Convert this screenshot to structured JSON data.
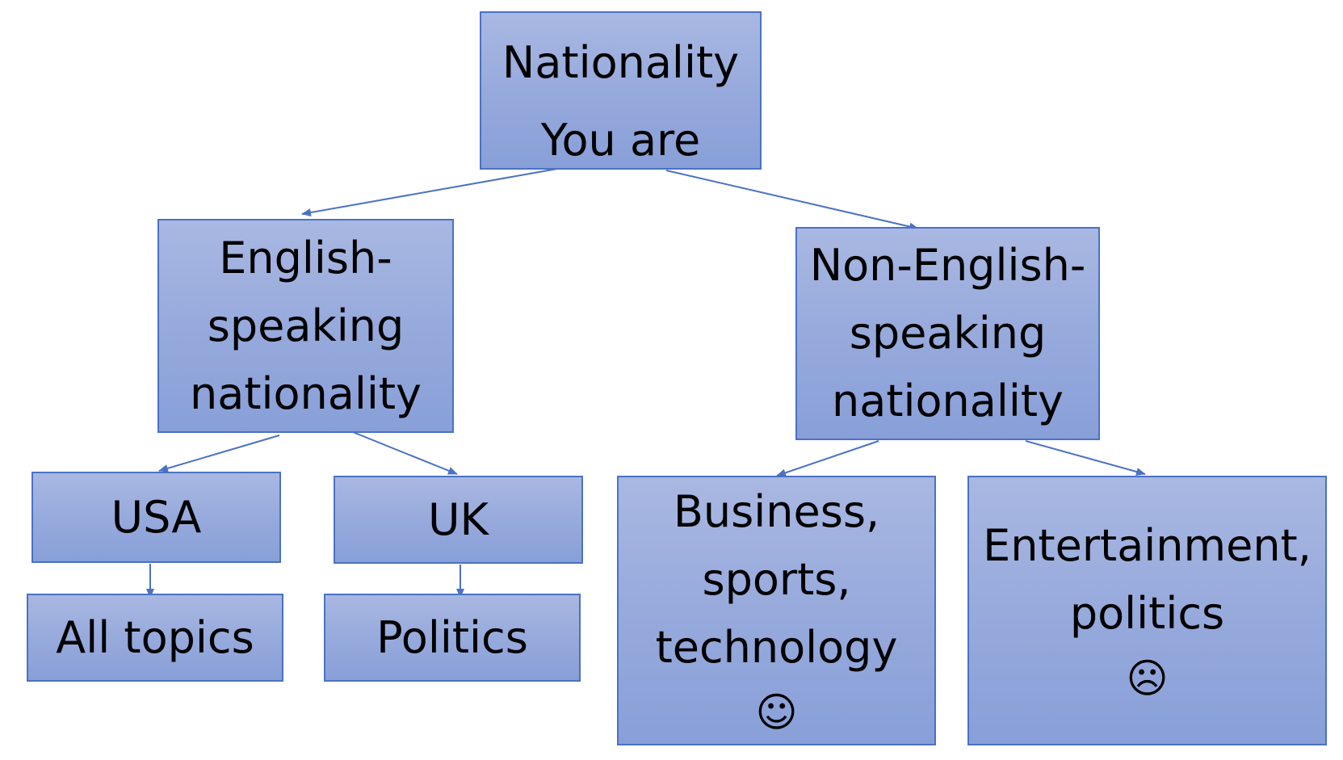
{
  "diagram": {
    "nodes": {
      "root": {
        "line1": "Nationality",
        "line2": "You are"
      },
      "english": {
        "line1": "English-",
        "line2": "speaking",
        "line3": "nationality"
      },
      "non_english": {
        "line1": "Non-English-",
        "line2": "speaking",
        "line3": "nationality"
      },
      "usa": {
        "line1": "USA"
      },
      "uk": {
        "line1": "UK"
      },
      "all_topics": {
        "line1": "All topics"
      },
      "politics": {
        "line1": "Politics"
      },
      "business": {
        "line1": "Business,",
        "line2": "sports,",
        "line3": "technology",
        "emoji": "☺"
      },
      "entertainment": {
        "line1": "Entertainment,",
        "line2": "politics",
        "emoji": "☹"
      }
    },
    "edges": [
      {
        "from": "root",
        "to": "english"
      },
      {
        "from": "root",
        "to": "non_english"
      },
      {
        "from": "english",
        "to": "usa"
      },
      {
        "from": "english",
        "to": "uk"
      },
      {
        "from": "usa",
        "to": "all_topics"
      },
      {
        "from": "uk",
        "to": "politics"
      },
      {
        "from": "non_english",
        "to": "business"
      },
      {
        "from": "non_english",
        "to": "entertainment"
      }
    ],
    "colors": {
      "box_border": "#4a72c4",
      "box_fill_top": "#a9b8e2",
      "box_fill_bottom": "#889fd8",
      "arrow": "#4a72c4",
      "text": "#000000"
    }
  }
}
